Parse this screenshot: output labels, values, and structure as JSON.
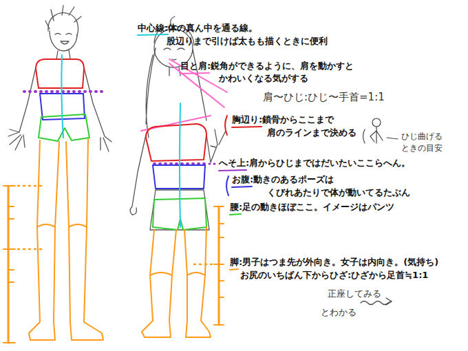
{
  "diagram": {
    "labels": [
      "中心線:体の真ん中を通る線。",
      "股辺りまで引けば太もも描くときに便利",
      "目と肩:鋭角ができるように、肩を動かすと",
      "かわいくなる気がする",
      "肩〜ひじ:ひじ〜手首=1:1",
      "胸辺り:鎖骨からここまで",
      "肩のラインまで決める",
      "ひじ曲げる",
      "ときの目安",
      "へそ上:肩からひじまではだいたいここらへん。",
      "お腹:動きのあるポーズは",
      "くびれあたりで体が動いてるたぶん",
      "腰:足の動きほぼここ。イメージはパンツ",
      "脚:男子はつま先が外向き。女子は内向き。(気持ち)",
      "お尻のいちばん下からひざ:ひざから足首≒1:1",
      "正座してみる",
      "とわかる"
    ]
  }
}
